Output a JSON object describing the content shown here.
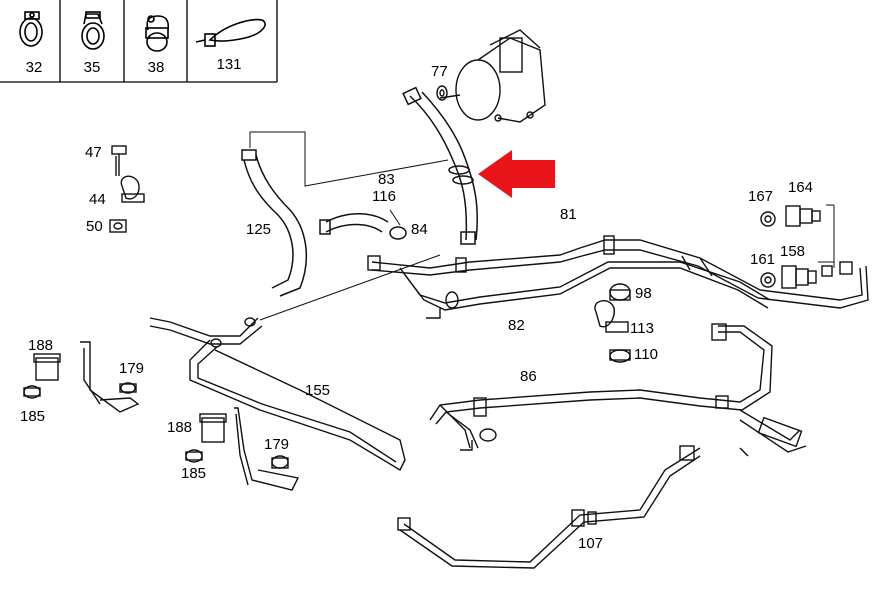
{
  "header_parts": [
    {
      "number": "32",
      "icon": "hose-clamp-icon"
    },
    {
      "number": "35",
      "icon": "clamp-band-icon"
    },
    {
      "number": "38",
      "icon": "spring-clip-icon"
    },
    {
      "number": "131",
      "icon": "cable-tie-icon"
    }
  ],
  "callouts": {
    "p77": "77",
    "p83": "83",
    "p116": "116",
    "p84": "84",
    "p125": "125",
    "p47": "47",
    "p44": "44",
    "p50": "50",
    "p81": "81",
    "p82": "82",
    "p167": "167",
    "p164": "164",
    "p161": "161",
    "p158": "158",
    "p98": "98",
    "p113": "113",
    "p110": "110",
    "p86": "86",
    "p188a": "188",
    "p179a": "179",
    "p185a": "185",
    "p155": "155",
    "p188b": "188",
    "p179b": "179",
    "p185b": "185",
    "p107": "107"
  },
  "highlight": {
    "color": "#e8141a",
    "target": "83"
  },
  "colors": {
    "line": "#111111",
    "frame": "#000000"
  }
}
